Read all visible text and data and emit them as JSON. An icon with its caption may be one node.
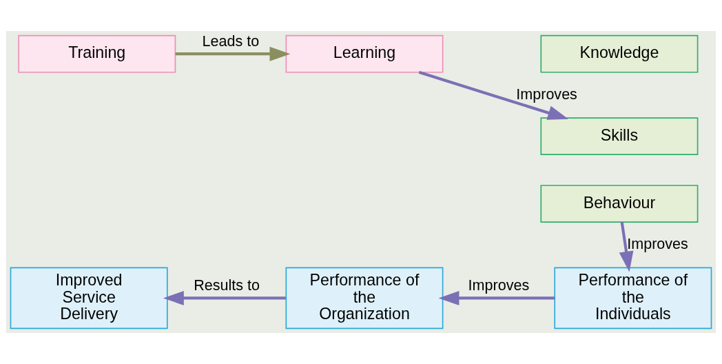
{
  "diagram": {
    "nodes": [
      {
        "text": [
          "Training"
        ]
      },
      {
        "text": [
          "Learning"
        ]
      },
      {
        "text": [
          "Knowledge"
        ]
      },
      {
        "text": [
          "Skills"
        ]
      },
      {
        "text": [
          "Behaviour"
        ]
      },
      {
        "text": [
          "Improved Service Delivery"
        ]
      },
      {
        "text": [
          "Performance of the Organization"
        ]
      },
      {
        "text": [
          "Performance of the Individuals"
        ]
      }
    ],
    "edges": [
      {
        "from": 0,
        "to": 1,
        "arrow": "to",
        "label": "Leads to",
        "color": "#8a8f5e"
      },
      {
        "from": 1,
        "to": 3,
        "arrow": "to",
        "label": "Improves"
      },
      {
        "from": 4,
        "to": 7,
        "arrow": "to",
        "label": "Improves"
      },
      {
        "from": 7,
        "to": 6,
        "arrow": "to",
        "label": "Improves"
      },
      {
        "from": 6,
        "to": 5,
        "arrow": "to",
        "label": "Results to"
      }
    ]
  }
}
